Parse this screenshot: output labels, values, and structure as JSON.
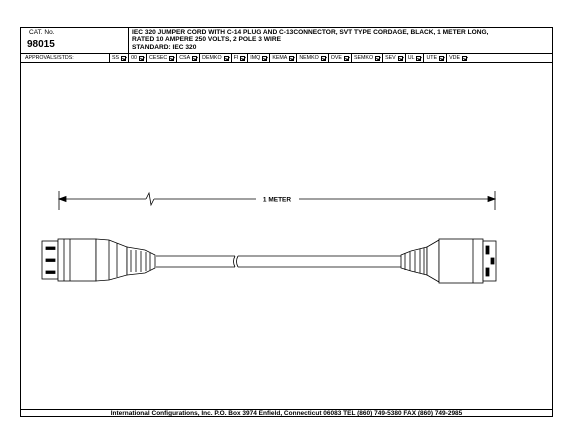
{
  "header": {
    "cat_label": "CAT. No.",
    "cat_number": "98015",
    "description_lines": [
      "IEC 320 JUMPER CORD WITH C-14 PLUG AND C-13CONNECTOR, SVT TYPE CORDAGE, BLACK, 1 METER LONG,",
      "RATED 10 AMPERE 250 VOLTS, 2 POLE 3 WIRE",
      "STANDARD: IEC 320"
    ]
  },
  "approvals": {
    "label": "APPROVALS/STDS:",
    "items": [
      {
        "name": "SS",
        "checked": true
      },
      {
        "name": "00",
        "checked": true
      },
      {
        "name": "CESEC",
        "checked": true
      },
      {
        "name": "CSA",
        "checked": true
      },
      {
        "name": "DEMKO",
        "checked": true
      },
      {
        "name": "FI",
        "checked": true
      },
      {
        "name": "IMQ",
        "checked": true
      },
      {
        "name": "KEMA",
        "checked": true
      },
      {
        "name": "NEMKO",
        "checked": true
      },
      {
        "name": "OVE",
        "checked": true
      },
      {
        "name": "SEMKO",
        "checked": true
      },
      {
        "name": "SEV",
        "checked": true
      },
      {
        "name": "UL",
        "checked": true
      },
      {
        "name": "UTE",
        "checked": true
      },
      {
        "name": "VDE",
        "checked": true
      }
    ]
  },
  "drawing": {
    "dimension_label": "1 METER"
  },
  "footer": {
    "text": "International Configurations, Inc.   P.O. Box 3974   Enfield, Connecticut 06083 TEL (860) 749-5380  FAX (860) 749-2985"
  }
}
